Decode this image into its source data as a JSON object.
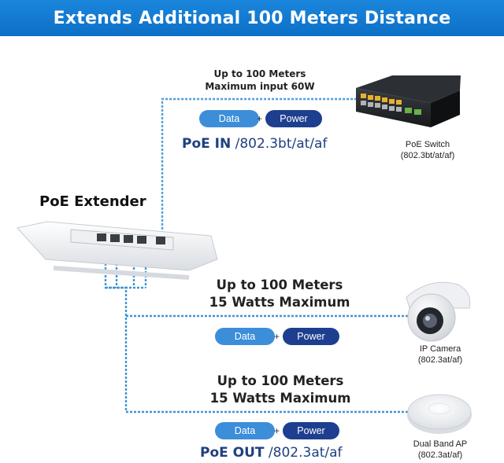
{
  "banner": {
    "title": "Extends Additional 100 Meters Distance"
  },
  "extender": {
    "label": "PoE Extender"
  },
  "input_link": {
    "line1": "Up to 100 Meters",
    "line2": "Maximum input 60W",
    "data_pill": "Data",
    "plus": "+",
    "power_pill": "Power",
    "proto_main": "PoE IN",
    "proto_rest": " /802.3bt/at/af"
  },
  "switch": {
    "name": "PoE Switch",
    "standard": "(802.3bt/at/af)"
  },
  "camera_link": {
    "line1": "Up to 100 Meters",
    "line2": "15 Watts Maximum",
    "data_pill": "Data",
    "plus": "+",
    "power_pill": "Power"
  },
  "camera": {
    "name": "IP Camera",
    "standard": "(802.3at/af)"
  },
  "ap_link": {
    "line1": "Up to 100 Meters",
    "line2": "15 Watts Maximum",
    "data_pill": "Data",
    "plus": "+",
    "power_pill": "Power",
    "proto_main": "PoE OUT",
    "proto_rest": " /802.3at/af"
  },
  "ap": {
    "name": "Dual Band AP",
    "standard": "(802.3at/af)"
  },
  "colors": {
    "banner": "#1a86dc",
    "data_pill": "#3d8ed9",
    "power_pill": "#1e3f8f",
    "cable": "#4a9bd6",
    "protocol_text": "#1f3f7f"
  }
}
